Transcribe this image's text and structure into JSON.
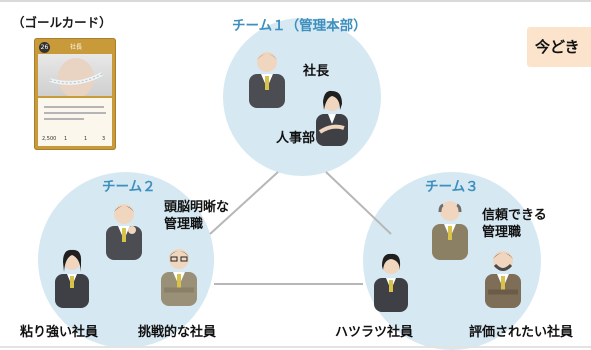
{
  "goal_card": {
    "label": "（ゴールカード）",
    "number": "26",
    "title": "社長",
    "stats": [
      "2,500",
      "1",
      "1",
      "3"
    ]
  },
  "badge": {
    "text": "今どき"
  },
  "teams": [
    {
      "title": "チーム１（管理本部）",
      "members": [
        {
          "label": "社長",
          "icon": "person-male-president-icon",
          "interactable": false
        },
        {
          "label": "人事部",
          "icon": "person-female-hr-icon",
          "interactable": false
        }
      ]
    },
    {
      "title": "チーム２",
      "members": [
        {
          "label": "頭脳明晰な\n管理職",
          "icon": "person-male-manager-icon",
          "interactable": false
        },
        {
          "label": "粘り強い社員",
          "icon": "person-female-employee-icon",
          "interactable": false
        },
        {
          "label": "挑戦的な社員",
          "icon": "person-male-glasses-icon",
          "interactable": false
        }
      ]
    },
    {
      "title": "チーム３",
      "members": [
        {
          "label": "信頼できる\n管理職",
          "icon": "person-male-bald-manager-icon",
          "interactable": false
        },
        {
          "label": "ハツラツ社員",
          "icon": "person-female-cheerful-icon",
          "interactable": false
        },
        {
          "label": "評価されたい社員",
          "icon": "person-male-beard-icon",
          "interactable": false
        }
      ]
    }
  ],
  "colors": {
    "circle_fill": "#d6e8f2",
    "team_title": "#3d8fbe",
    "connector": "#b7b7b7",
    "badge_bg": "#fbe3cc",
    "card_gold": "#c99a3a"
  }
}
